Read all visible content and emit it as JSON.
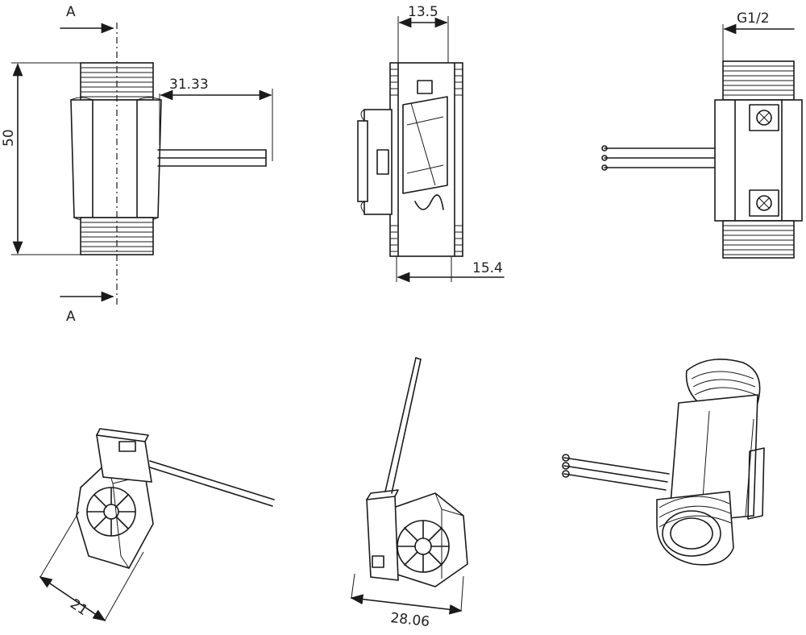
{
  "dimensions": {
    "section_label_top": "A",
    "section_label_bottom": "A",
    "body_height": "50",
    "wire_offset": "31.33",
    "side_width": "13.5",
    "side_depth": "15.4",
    "thread": "G1/2",
    "iso_left_width": "21",
    "iso_middle_width": "28.06"
  },
  "colors": {
    "line": "#1a1a1a",
    "background": "#ffffff"
  }
}
